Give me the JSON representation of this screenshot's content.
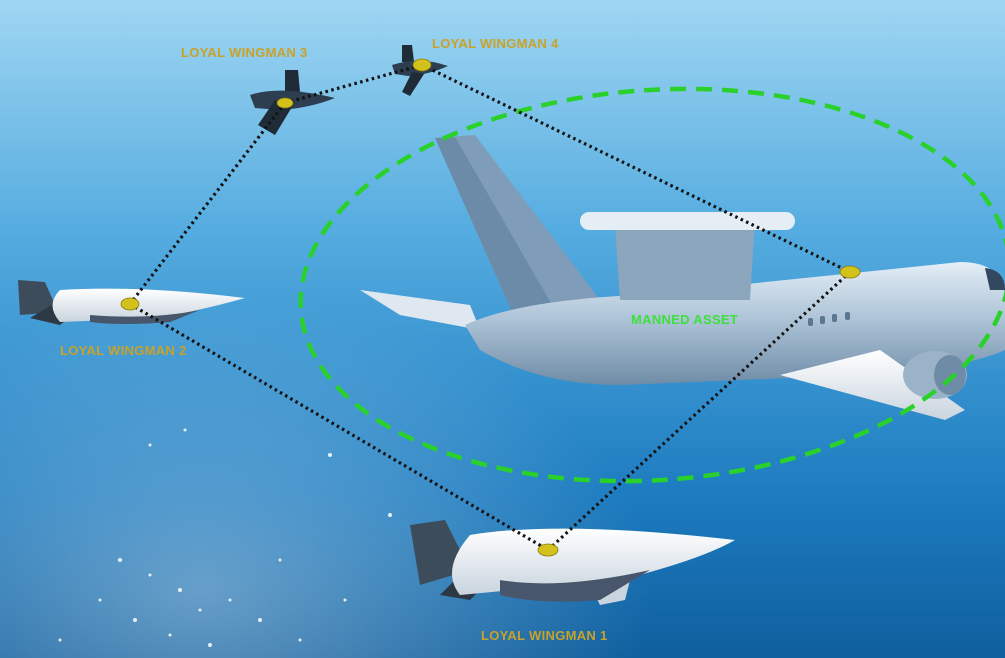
{
  "labels": {
    "wingman_1": "LOYAL WINGMAN 1",
    "wingman_2": "LOYAL WINGMAN 2",
    "wingman_3": "LOYAL WINGMAN 3",
    "wingman_4": "LOYAL WINGMAN 4",
    "manned_asset": "MANNED ASSET"
  },
  "colors": {
    "wingman_label": "#c9a227",
    "manned_label": "#3ee03e",
    "boundary_dash": "#29d12a",
    "link_dots": "#111111",
    "node_marker": "#d4c21c",
    "sea_light": "#7cc6ee",
    "sea_dark": "#0f5f9e"
  },
  "icons": {
    "manned_asset": "aewc-aircraft-icon",
    "wingman": "uav-drone-icon"
  }
}
